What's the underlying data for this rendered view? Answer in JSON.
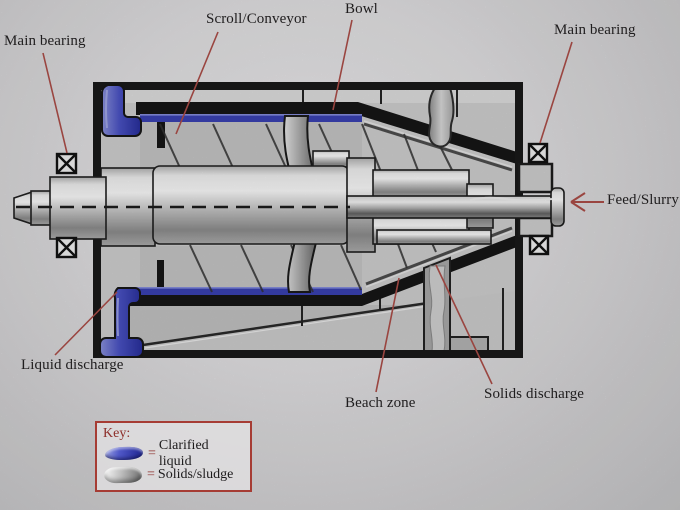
{
  "diagram": {
    "type": "decanter-centrifuge-cross-section",
    "labels": {
      "main_bearing_left": "Main bearing",
      "scroll_conveyor": "Scroll/Conveyor",
      "bowl": "Bowl",
      "main_bearing_right": "Main bearing",
      "feed_slurry": "Feed/Slurry",
      "liquid_discharge": "Liquid discharge",
      "beach_zone": "Beach zone",
      "solids_discharge": "Solids discharge"
    },
    "key": {
      "title": "Key:",
      "items": [
        {
          "eq": "=",
          "label": "Clarified liquid"
        },
        {
          "eq": "=",
          "label": "Solids/sludge"
        }
      ]
    },
    "colors": {
      "label_text": "#1f1d1e",
      "leader_line": "#9a4540",
      "key_border": "#a63c34",
      "key_title": "#8d2f2b",
      "clarified_liquid_blue": "#3a41b2",
      "solids_gray": "#b9b9b9"
    }
  }
}
